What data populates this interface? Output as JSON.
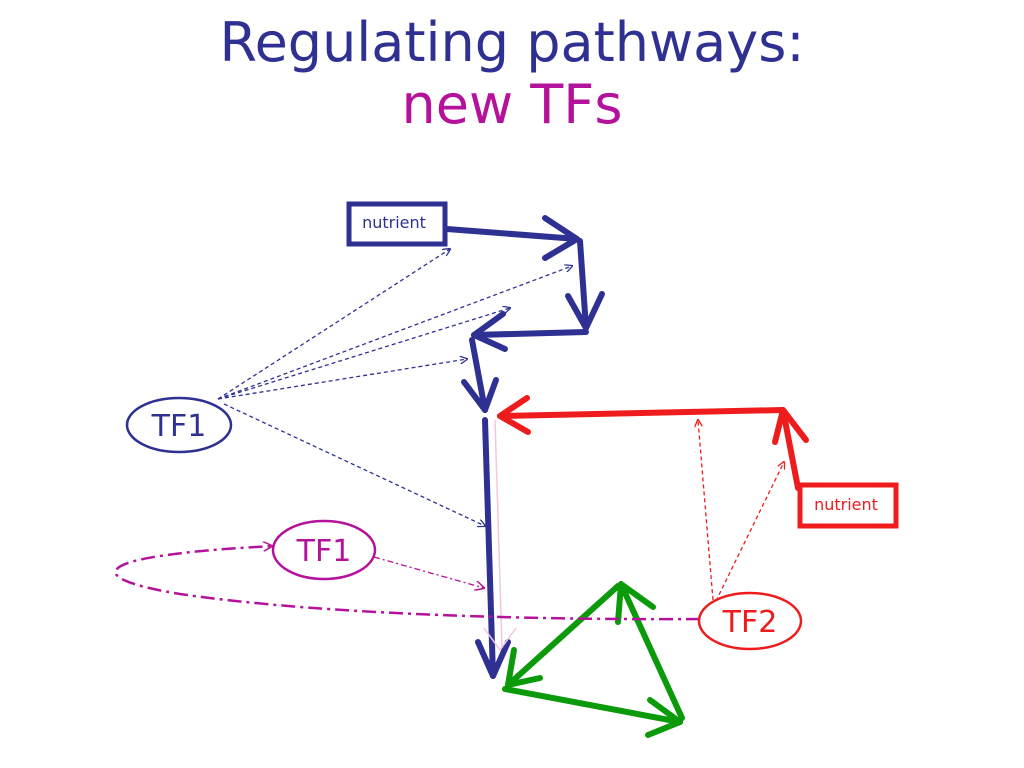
{
  "title": {
    "line1": "Regulating pathways:",
    "line2": "new TFs"
  },
  "colors": {
    "blue": "#2e3192",
    "magenta": "#b5129b",
    "red": "#ee1c1c",
    "green": "#0a9a0a"
  },
  "nodes": {
    "nutrient_blue": "nutrient",
    "tf1_blue": "TF1",
    "tf1_magenta": "TF1",
    "tf2_red": "TF2",
    "nutrient_red": "nutrient"
  }
}
